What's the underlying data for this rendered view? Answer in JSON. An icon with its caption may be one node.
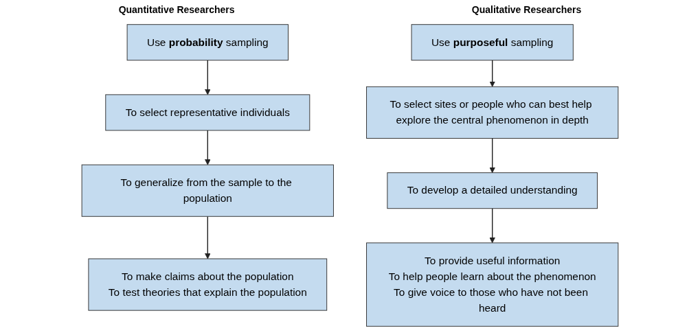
{
  "diagram": {
    "nodes": [
      {
        "text": [
          "Use **probability** sampling"
        ]
      },
      {
        "text": [
          "To select representative individuals"
        ]
      },
      {
        "text": [
          "To generalize from the sample to the population"
        ]
      },
      {
        "text": [
          "To make claims about the population",
          "To test theories that explain the population"
        ]
      },
      {
        "text": [
          "Use **purposeful** sampling"
        ]
      },
      {
        "text": [
          "To select sites or people who can best help explore the central phenomenon in depth"
        ]
      },
      {
        "text": [
          "To develop a detailed understanding"
        ]
      },
      {
        "text": [
          "To provide useful information",
          "To help people learn about the phenomenon",
          "To give voice to those who have not been heard"
        ]
      }
    ],
    "edges": [
      {
        "from": 0,
        "to": 1,
        "arrow": "to"
      },
      {
        "from": 1,
        "to": 2,
        "arrow": "to"
      },
      {
        "from": 2,
        "to": 3,
        "arrow": "to"
      },
      {
        "from": 4,
        "to": 5,
        "arrow": "to"
      },
      {
        "from": 5,
        "to": 6,
        "arrow": "to"
      },
      {
        "from": 6,
        "to": 7,
        "arrow": "to"
      }
    ],
    "labels": [
      "Quantitative Researchers",
      "Qualitative Researchers"
    ]
  }
}
